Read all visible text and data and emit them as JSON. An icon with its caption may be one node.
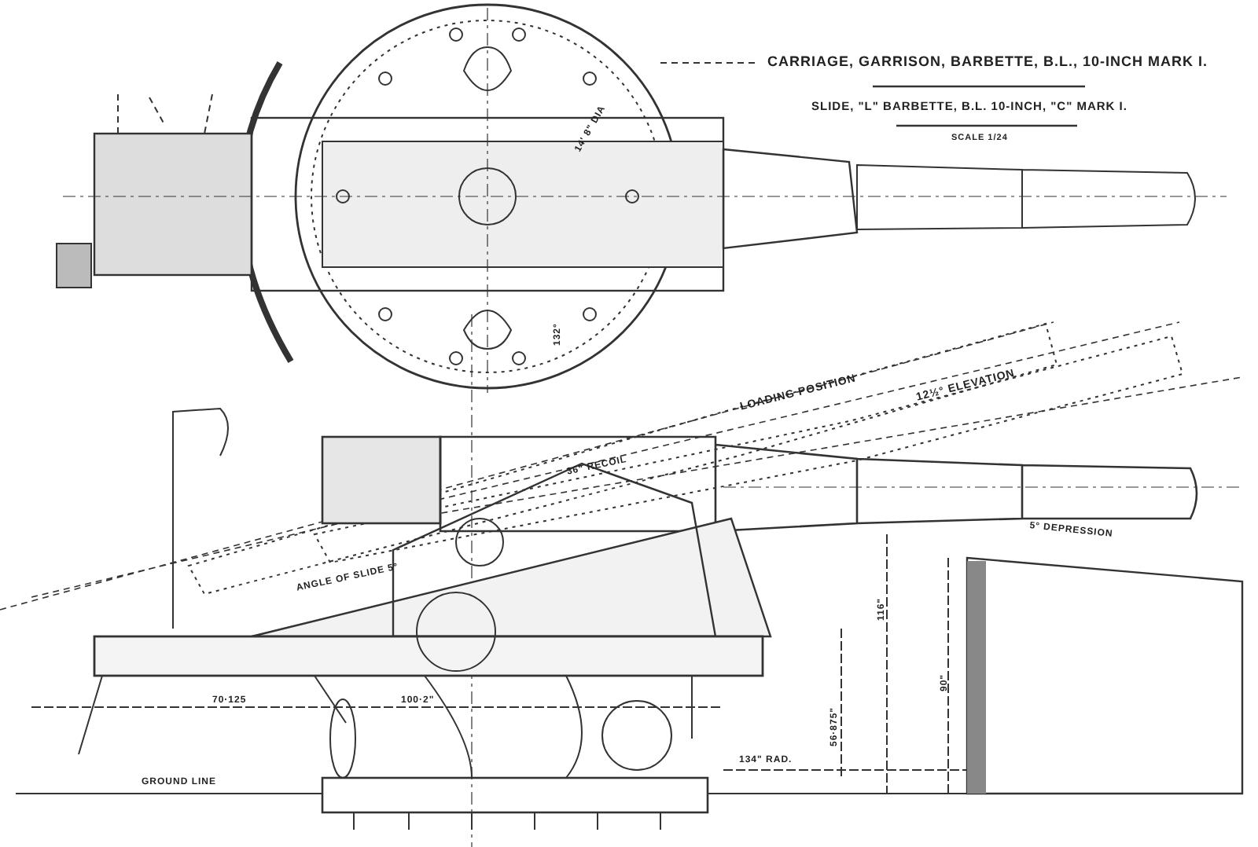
{
  "diagram": {
    "title": "CARRIAGE, GARRISON, BARBETTE, B.L., 10-INCH MARK I.",
    "labels": [
      "SLIDE, \"L\" BARBETTE, B.L. 10-INCH, \"C\" MARK I.",
      "SCALE 1/24",
      "14' 8\" DIA",
      "132°",
      "LOADING POSITION",
      "12½° ELEVATION",
      "36\" RECOIL",
      "5° DEPRESSION",
      "ANGLE OF SLIDE 5°",
      "70·125",
      "100·2\"",
      "56·875\"",
      "116\"",
      "90\"",
      "134\" RAD.",
      "GROUND LINE"
    ]
  }
}
